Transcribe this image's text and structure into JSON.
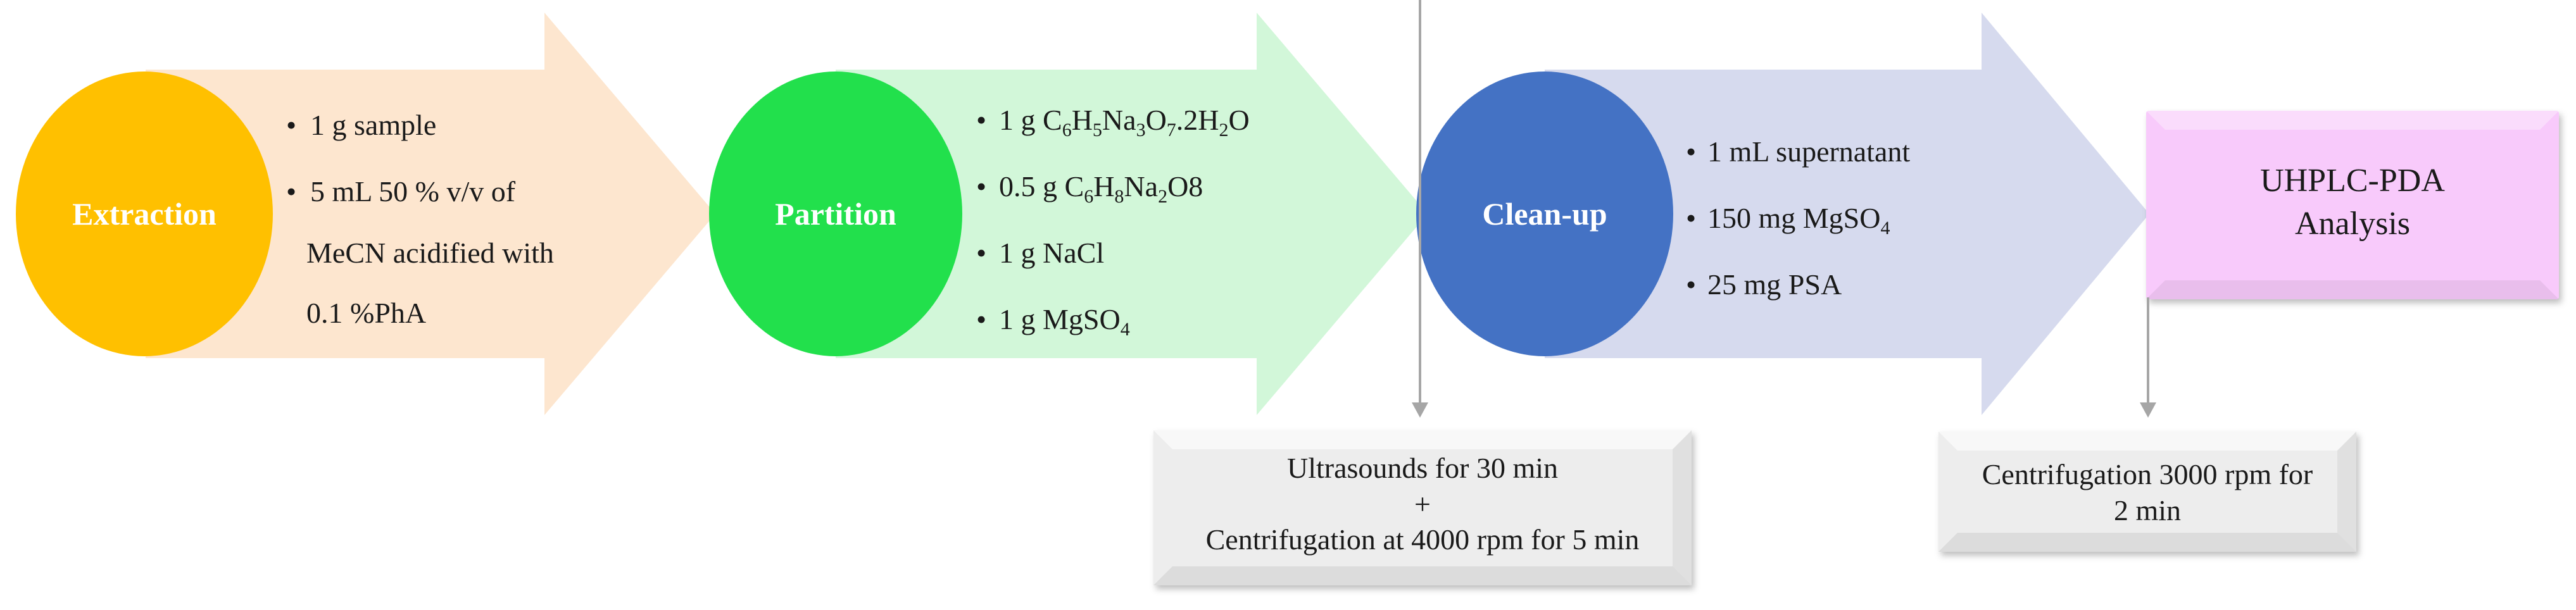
{
  "colors": {
    "extraction_circle": "#FFC000",
    "extraction_arrow": "#FDE6CF",
    "partition_circle": "#22E04C",
    "partition_arrow": "#D2F7D9",
    "cleanup_circle": "#4472C4",
    "cleanup_arrow": "#D6DAEE",
    "analysis_box": "#F8CAFB",
    "note_box": "#EDEDED",
    "connector": "#A6A6A6"
  },
  "steps": {
    "extraction": {
      "name": "Extraction",
      "bullets": [
        "1 g sample",
        "5 mL 50 % v/v of",
        "MeCN  acidified with",
        "0.1 %PhA"
      ]
    },
    "partition": {
      "name": "Partition",
      "bullets": [
        [
          "1 g C",
          "6",
          "H",
          "5",
          "Na",
          "3",
          "O",
          "7",
          ".2H",
          "2",
          "O"
        ],
        [
          "0.5 g C",
          "6",
          "H",
          "8",
          "Na",
          "2",
          "O8"
        ],
        [
          "1 g NaCl"
        ],
        [
          "1 g MgSO",
          "4"
        ]
      ]
    },
    "cleanup": {
      "name": "Clean-up",
      "bullets": [
        [
          "1 mL supernatant"
        ],
        [
          "150 mg MgSO",
          "4"
        ],
        [
          "25 mg PSA"
        ]
      ]
    },
    "analysis": {
      "lines": [
        "UHPLC-PDA",
        "Analysis"
      ]
    }
  },
  "notes": {
    "ultrasound": [
      "Ultrasounds for 30 min",
      "+",
      "Centrifugation at 4000 rpm for 5 min"
    ],
    "centrifugation": [
      "Centrifugation 3000 rpm for",
      "2 min"
    ]
  }
}
